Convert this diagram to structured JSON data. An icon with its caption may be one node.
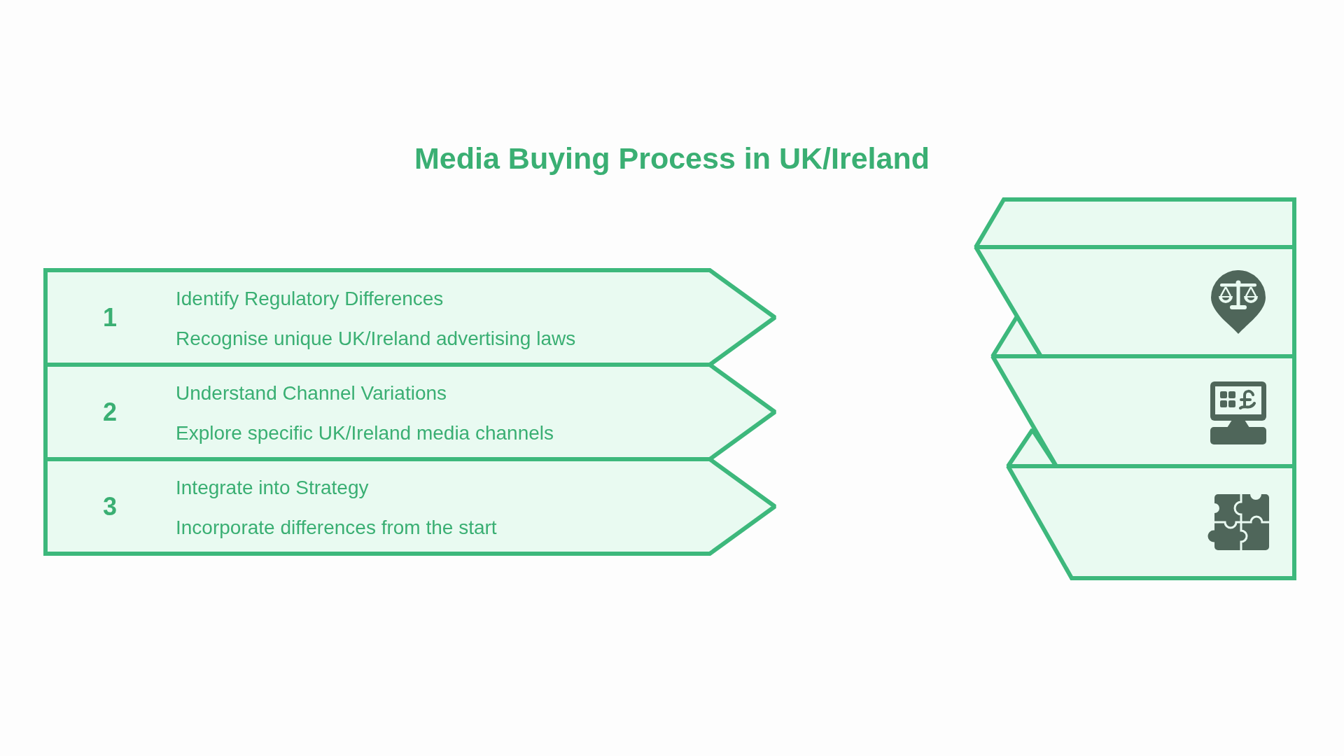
{
  "diagram": {
    "title": "Media Buying Process in UK/Ireland",
    "nodes": [
      {
        "text": [
          "1",
          "Identify Regulatory Differences",
          "Recognise unique UK/Ireland advertising laws"
        ]
      },
      {
        "text": [
          "2",
          "Understand Channel Variations",
          "Explore specific UK/Ireland media channels"
        ]
      },
      {
        "text": [
          "3",
          "Integrate into Strategy",
          "Incorporate differences from the start"
        ]
      },
      {
        "text": [],
        "shape": "box"
      },
      {
        "text": [],
        "shape": "box"
      },
      {
        "text": [],
        "shape": "box"
      },
      {
        "text": [],
        "shape": "box"
      }
    ]
  }
}
